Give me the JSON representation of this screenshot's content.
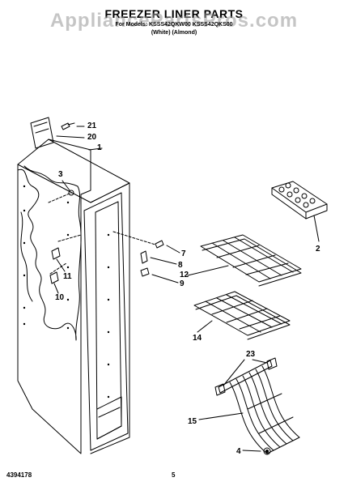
{
  "header": {
    "title": "FREEZER LINER PARTS",
    "subtitle": "For Models: KSSS42QKW00 KSSS42QKS00",
    "variants": "(White)          (Almond)"
  },
  "watermark": "AppliancePartsPros.com",
  "callouts": {
    "c1": "1",
    "c2": "2",
    "c3": "3",
    "c4": "4",
    "c7": "7",
    "c8": "8",
    "c9": "9",
    "c10": "10",
    "c11": "11",
    "c12": "12",
    "c14": "14",
    "c15": "15",
    "c20": "20",
    "c21": "21",
    "c23": "23"
  },
  "footer": {
    "doc_number": "4394178",
    "page_number": "5"
  }
}
